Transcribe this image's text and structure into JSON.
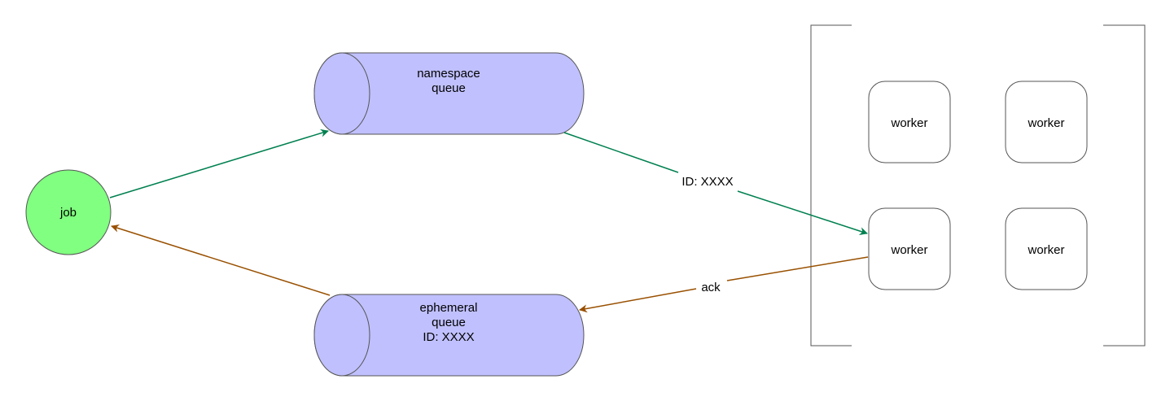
{
  "colors": {
    "job_fill": "#80ff80",
    "queue_fill": "#c0c0ff",
    "worker_fill": "#ffffff",
    "outline": "#555555",
    "forward_arrow": "#008050",
    "ack_arrow": "#995000"
  },
  "job": {
    "label": "job"
  },
  "namespace_queue": {
    "line1": "namespace",
    "line2": "queue"
  },
  "ephemeral_queue": {
    "line1": "ephemeral",
    "line2": "queue",
    "line3": "ID: XXXX"
  },
  "workers": [
    {
      "label": "worker"
    },
    {
      "label": "worker"
    },
    {
      "label": "worker"
    },
    {
      "label": "worker"
    }
  ],
  "edges": {
    "dispatch_label": "ID: XXXX",
    "ack_label": "ack"
  }
}
